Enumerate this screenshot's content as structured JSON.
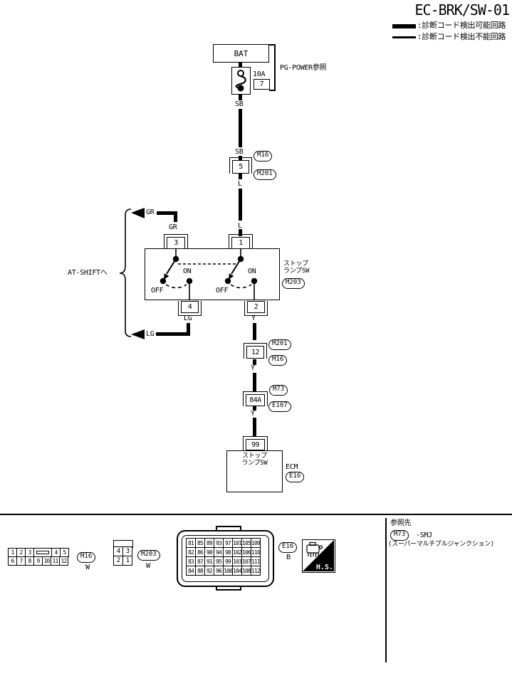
{
  "title": "EC-BRK/SW-01",
  "legend": {
    "thick_label": ":診断コード検出可能回路",
    "thin_label": ":診断コード検出不能回路"
  },
  "circuit": {
    "bat": "BAT",
    "fuse": {
      "rating": "10A",
      "number": "7"
    },
    "pg_power": "PG-POWER参照",
    "at_shift": "AT-SHIFTへ",
    "wires": {
      "sb_upper": "SB",
      "sb_lower": "SB",
      "l_upper": "L",
      "l_lower": "L",
      "gr_branch": "GR",
      "gr_terminal": "GR",
      "lg_branch": "LG",
      "lg_terminal": "LG",
      "y_switch": "Y",
      "y_mid": "Y",
      "y_lower": "Y"
    },
    "terminals": {
      "t5": "5",
      "t3": "3",
      "t1": "1",
      "t4": "4",
      "t2": "2",
      "t12": "12",
      "t84a": "84A",
      "t99": "99"
    },
    "refs": {
      "m16": "M16",
      "m201": "M201",
      "m203": "M203",
      "m73": "M73",
      "e107": "E107",
      "e16": "E16"
    },
    "switch": {
      "name_line1": "ストップ",
      "name_line2": "ランプSW",
      "on": "ON",
      "off": "OFF"
    },
    "ecm": {
      "label": "ECM",
      "sw_line1": "ストップ",
      "sw_line2": "ランプSW"
    }
  },
  "footer": {
    "m16": {
      "label": "M16",
      "color": "W",
      "row1a": [
        "1",
        "2",
        "3"
      ],
      "row1b": [
        "4",
        "5"
      ],
      "row2": [
        "6",
        "7",
        "8",
        "9",
        "10",
        "11",
        "12"
      ]
    },
    "m203": {
      "label": "M203",
      "color": "W",
      "row1": [
        "4",
        "3"
      ],
      "row2": [
        "2",
        "1"
      ]
    },
    "e16": {
      "label": "E16",
      "color": "B",
      "rows": [
        [
          "81",
          "85",
          "89",
          "93",
          "97",
          "101",
          "105",
          "109"
        ],
        [
          "82",
          "86",
          "90",
          "94",
          "98",
          "102",
          "106",
          "110"
        ],
        [
          "83",
          "87",
          "91",
          "95",
          "99",
          "103",
          "107",
          "111"
        ],
        [
          "84",
          "88",
          "92",
          "96",
          "100",
          "104",
          "108",
          "112"
        ]
      ]
    },
    "hs": "H.S.",
    "reference": {
      "heading": "参照先",
      "connector": "M73",
      "name": "-SMJ",
      "note": "(スーパーマルチプルジャンクション)"
    }
  }
}
